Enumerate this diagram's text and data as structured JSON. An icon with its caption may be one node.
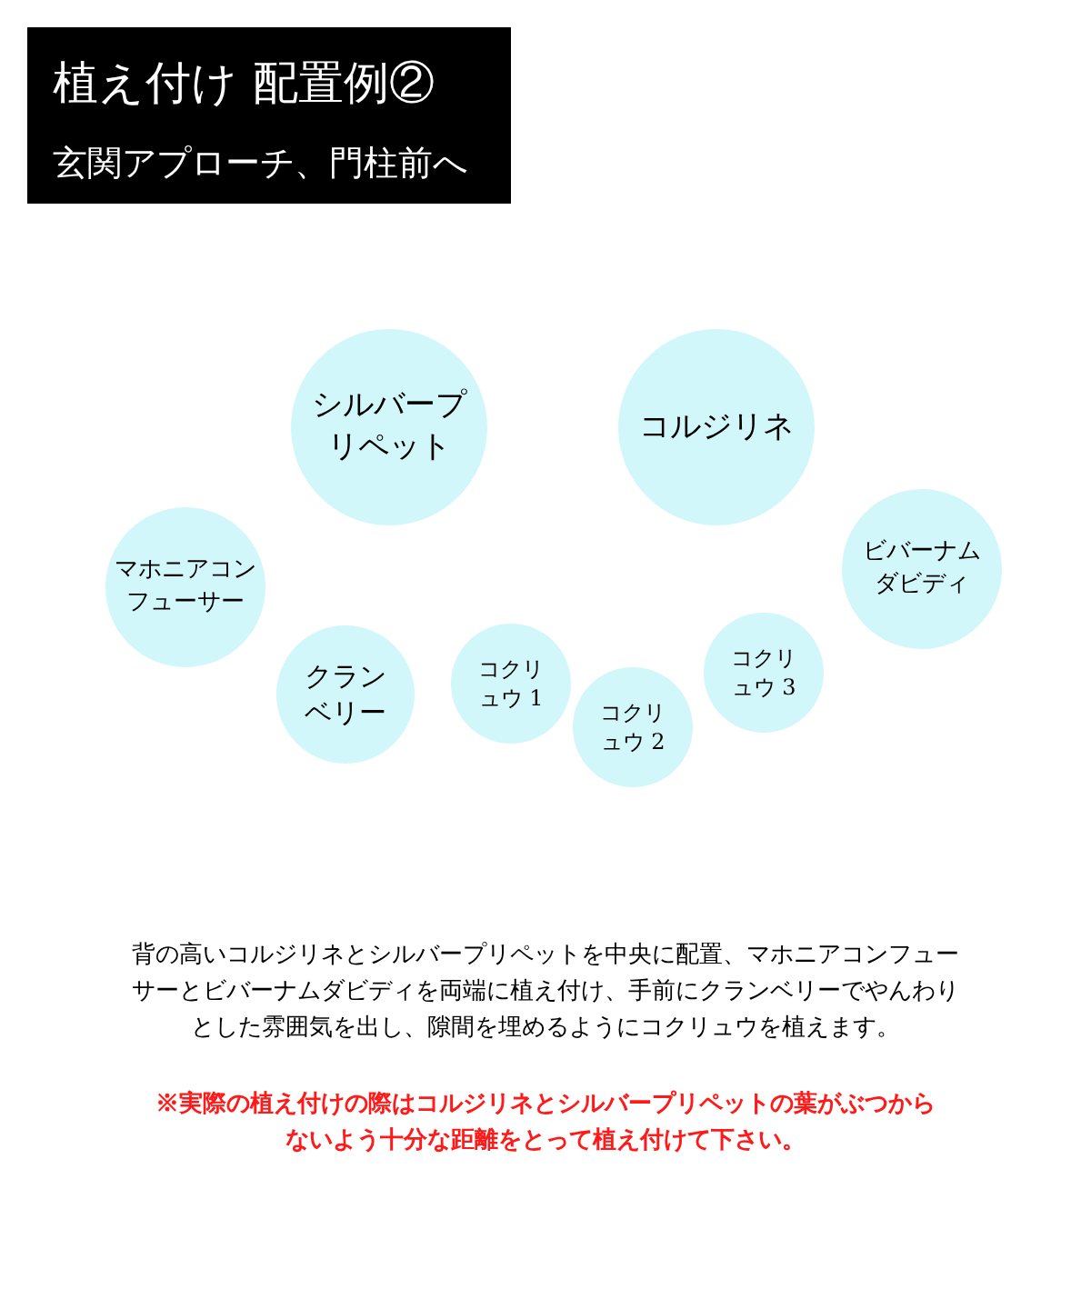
{
  "diagram": {
    "title": "植え付け 配置例②",
    "nodes": [
      {
        "text": [
          "シルバープリペット"
        ]
      },
      {
        "text": [
          "コルジリネ"
        ]
      },
      {
        "text": [
          "マホニアコンフューサー"
        ]
      },
      {
        "text": [
          "ビバーナムダビディ"
        ]
      },
      {
        "text": [
          "クランベリー"
        ]
      },
      {
        "text": [
          "コクリュウ 1"
        ]
      },
      {
        "text": [
          "コクリュウ 2"
        ]
      },
      {
        "text": [
          "コクリュウ 3"
        ]
      }
    ],
    "labels": [
      "玄関アプローチ、門柱前へ",
      "背の高いコルジリネとシルバープリペットを中央に配置、マホニアコンフューサーとビバーナムダビディを両端に植え付け、手前にクランベリーでやんわりとした雰囲気を出し、隙間を埋めるようにコクリュウを植えます。",
      "※実際の植え付けの際はコルジリネとシルバープリペットの葉がぶつからないよう十分な距離をとって植え付けて下さい。"
    ]
  }
}
